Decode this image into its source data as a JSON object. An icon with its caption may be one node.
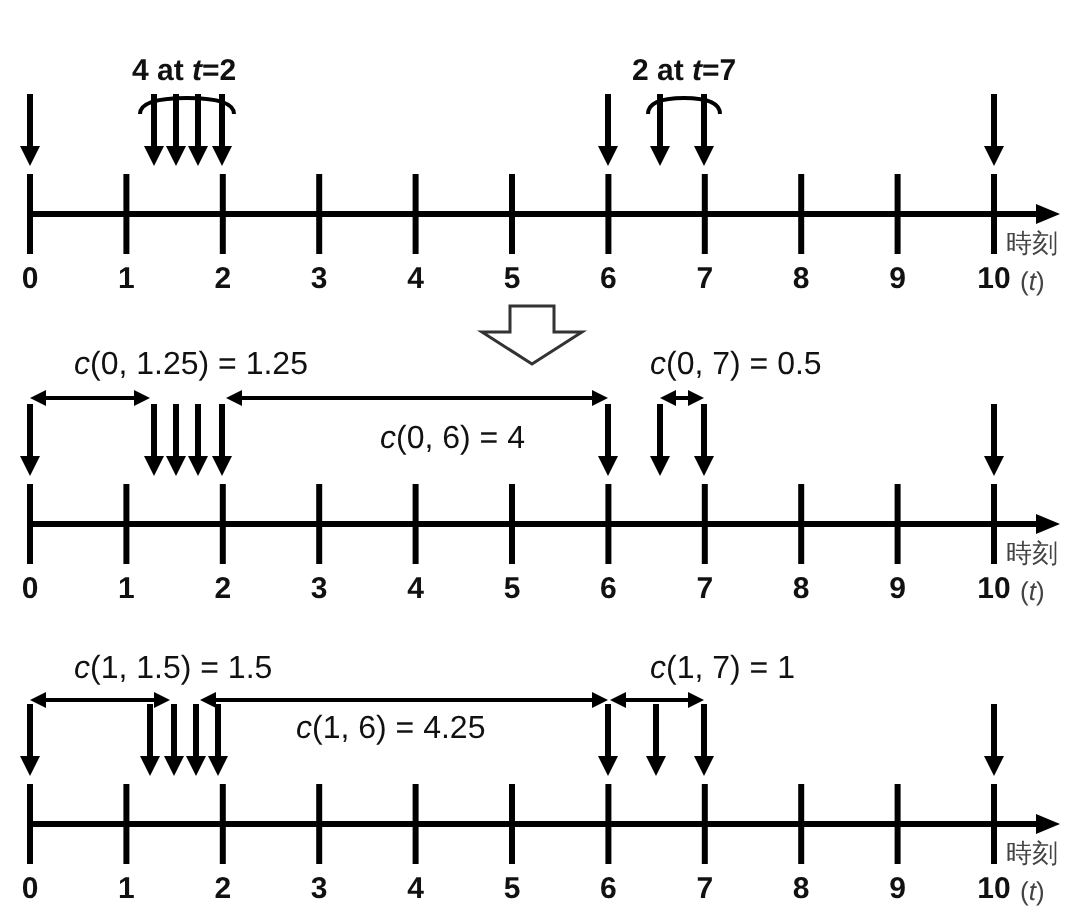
{
  "diagram": {
    "labels": [
      "4 at *t*=2",
      "2 at *t*=7",
      "0",
      "1",
      "2",
      "3",
      "4",
      "5",
      "6",
      "7",
      "8",
      "9",
      "10",
      "時刻",
      "(*t*)",
      "*c*(0, 1.25) = 1.25",
      "*c*(0, 7) = 0.5",
      "*c*(0, 6) = 4",
      "0",
      "1",
      "2",
      "3",
      "4",
      "5",
      "6",
      "7",
      "8",
      "9",
      "10",
      "時刻",
      "(*t*)",
      "*c*(1, 1.5) = 1.5",
      "*c*(1, 7) = 1",
      "*c*(1, 6) = 4.25",
      "0",
      "1",
      "2",
      "3",
      "4",
      "5",
      "6",
      "7",
      "8",
      "9",
      "10",
      "時刻",
      "(*t*)"
    ]
  }
}
